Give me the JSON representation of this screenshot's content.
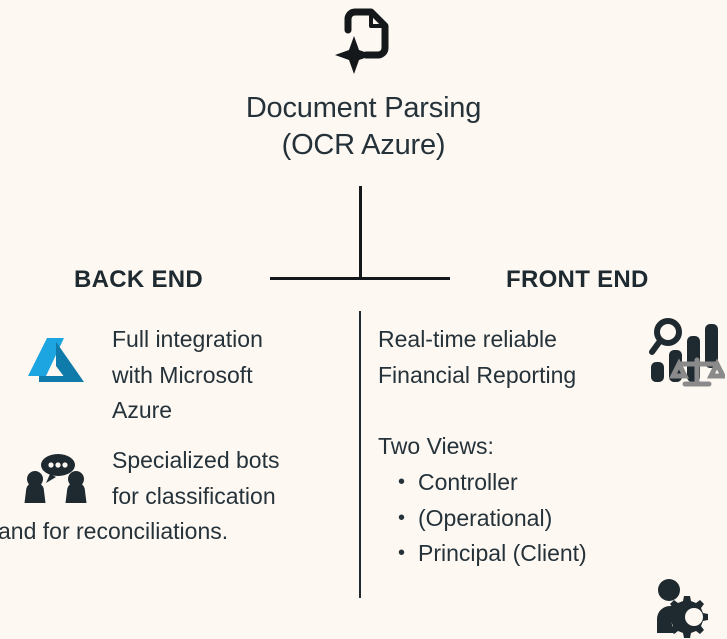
{
  "theme": {
    "background": "#FDF8F2",
    "text": "#25323A",
    "line": "#14181B",
    "azure_light": "#1CA5E0",
    "azure_dark": "#0F7BAA",
    "icon_dark": "#1E2A30",
    "scale_gray": "#8A8A8A"
  },
  "top_node": {
    "icon": "document-sparkle-icon",
    "title_line1": "Document Parsing",
    "title_line2": "(OCR Azure)"
  },
  "sections": {
    "back_end": {
      "heading": "BACK END",
      "features": [
        {
          "icon": "microsoft-azure-logo",
          "line1": "Full integration",
          "line2": "with Microsoft",
          "line3": "Azure"
        },
        {
          "icon": "chat-bots-icon",
          "line1": "Specialized bots",
          "line2": "for classification",
          "line3": "and for reconciliations."
        }
      ]
    },
    "front_end": {
      "heading": "FRONT END",
      "features": [
        {
          "icon": "data-analysis-scale-icon",
          "line1": "Real-time reliable",
          "line2": "Financial Reporting"
        },
        {
          "icon": "person-gear-icon",
          "title": "Two Views:",
          "items": [
            "Controller",
            "(Operational)",
            "Principal (Client)"
          ]
        }
      ]
    }
  }
}
